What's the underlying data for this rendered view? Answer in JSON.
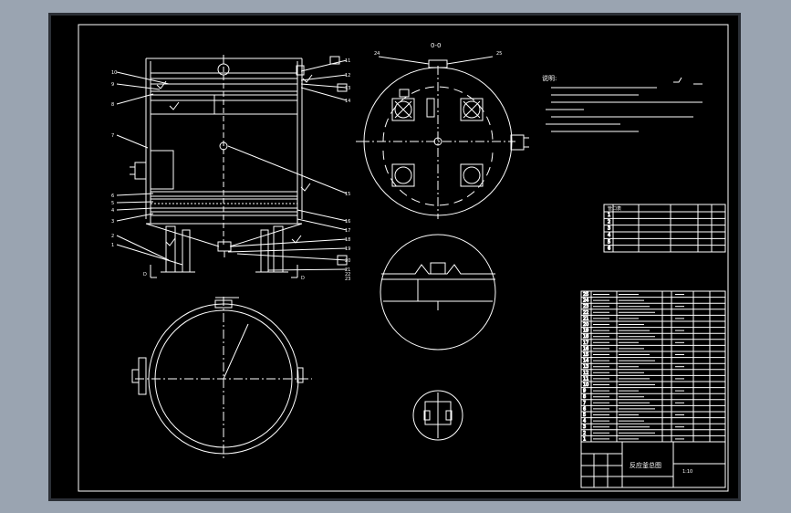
{
  "drawing": {
    "section_label": "0-0",
    "section_left_tag": "24",
    "section_right_tag": "25",
    "notes_heading": "说明:",
    "title_block_name": "反应釜总图",
    "title_block_scale": "1:10",
    "left_callouts": [
      "10",
      "9",
      "8",
      "7",
      "6",
      "5",
      "4",
      "3",
      "2",
      "1"
    ],
    "right_callouts": [
      "11",
      "12",
      "13",
      "14",
      "15",
      "16",
      "17",
      "18",
      "19",
      "20",
      "21",
      "22",
      "23"
    ],
    "view_mark_left": "D",
    "view_mark_right": "D",
    "nozzle_table_heading": "管口表",
    "nozzle_rows": [
      "1",
      "2",
      "3",
      "4",
      "5",
      "6"
    ],
    "parts_list_rows": [
      "1",
      "2",
      "3",
      "4",
      "5",
      "6",
      "7",
      "8",
      "9",
      "10",
      "11",
      "12",
      "13",
      "14",
      "15",
      "16",
      "17",
      "18",
      "19",
      "20",
      "21",
      "22",
      "23",
      "24",
      "25"
    ]
  },
  "colors": {
    "desktop": "#9aa4b1",
    "sheet_frame": "#2b2f36",
    "paper": "#000000",
    "lines": "#ffffff"
  }
}
